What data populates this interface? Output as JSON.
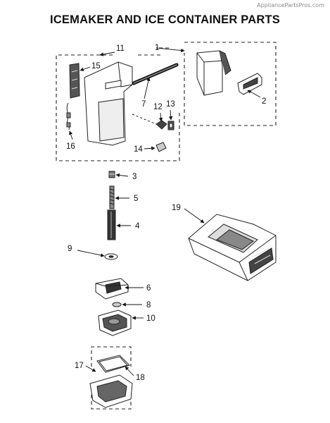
{
  "watermark": "AppliancePartsPros.com",
  "title": "ICEMAKER AND ICE CONTAINER PARTS",
  "callouts": [
    "1",
    "2",
    "3",
    "4",
    "5",
    "6",
    "7",
    "8",
    "9",
    "10",
    "11",
    "12",
    "13",
    "14",
    "15",
    "16",
    "17",
    "18",
    "19"
  ]
}
